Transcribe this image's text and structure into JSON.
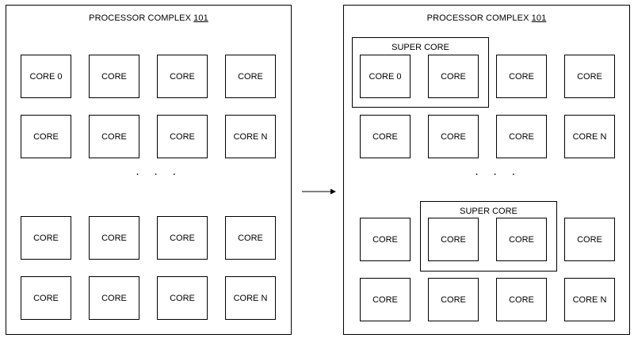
{
  "left_panel": {
    "title": "PROCESSOR COMPLEX",
    "ref": "101",
    "rows": [
      [
        "CORE 0",
        "CORE",
        "CORE",
        "CORE"
      ],
      [
        "CORE",
        "CORE",
        "CORE",
        "CORE N"
      ],
      [
        "CORE",
        "CORE",
        "CORE",
        "CORE"
      ],
      [
        "CORE",
        "CORE",
        "CORE",
        "CORE N"
      ]
    ],
    "ellipsis": "· · ·"
  },
  "right_panel": {
    "title": "PROCESSOR COMPLEX",
    "ref": "101",
    "rows": [
      [
        "CORE 0",
        "CORE",
        "CORE",
        "CORE"
      ],
      [
        "CORE",
        "CORE",
        "CORE",
        "CORE N"
      ],
      [
        "CORE",
        "CORE",
        "CORE",
        "CORE"
      ],
      [
        "CORE",
        "CORE",
        "CORE",
        "CORE N"
      ]
    ],
    "ellipsis": "· · ·",
    "super_cores": [
      {
        "label": "SUPER CORE"
      },
      {
        "label": "SUPER CORE"
      }
    ]
  }
}
